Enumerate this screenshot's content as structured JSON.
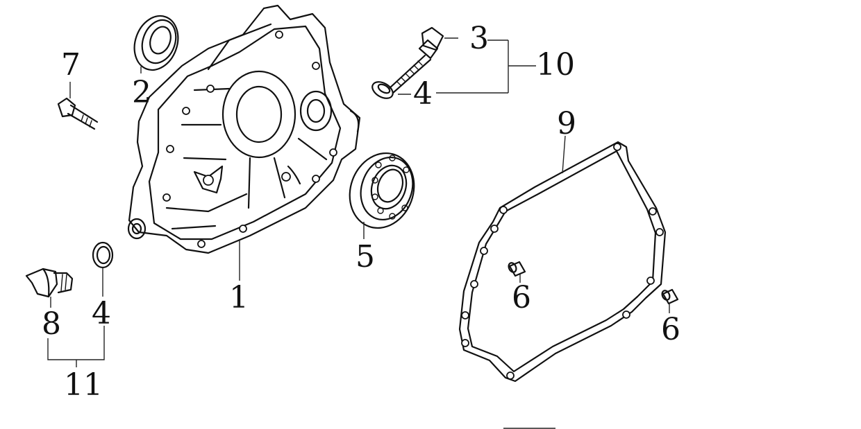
{
  "callouts": {
    "n1": "1",
    "n2": "2",
    "n3": "3",
    "n4_top": "4",
    "n4_bottom": "4",
    "n5": "5",
    "n6_left": "6",
    "n6_right": "6",
    "n7": "7",
    "n8": "8",
    "n9": "9",
    "n10": "10",
    "n11": "11"
  }
}
